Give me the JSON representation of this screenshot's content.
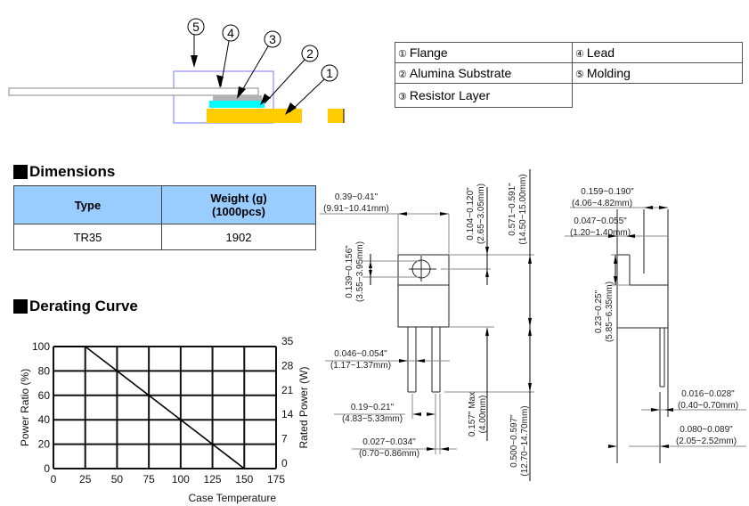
{
  "structure": {
    "callouts": [
      "5",
      "4",
      "3",
      "2",
      "1"
    ],
    "colors": {
      "flange": "#ffcc00",
      "substrate": "#00ffff",
      "resistor": "#b3b3b3",
      "molding_outline": "#7777ff",
      "lead": "#ffffff"
    }
  },
  "legend": {
    "items": [
      {
        "num": "①",
        "label": "Flange"
      },
      {
        "num": "④",
        "label": "Lead"
      },
      {
        "num": "②",
        "label": "Alumina Substrate"
      },
      {
        "num": "⑤",
        "label": "Molding"
      },
      {
        "num": "③",
        "label": "Resistor Layer"
      }
    ]
  },
  "dimensions": {
    "title": "Dimensions",
    "headers": [
      "Type",
      "Weight (g)",
      "(1000pcs)"
    ],
    "rows": [
      {
        "type": "TR35",
        "weight": "1902"
      }
    ]
  },
  "derating": {
    "title": "Derating Curve"
  },
  "chart_data": {
    "type": "line",
    "title": "Derating Curve",
    "xlabel": "Case Temperature",
    "ylabel": "Power Ratio (%)",
    "y2label": "Rated Power (W)",
    "x_ticks": [
      "0",
      "25",
      "50",
      "75",
      "100",
      "125",
      "150",
      "175"
    ],
    "y_ticks": [
      "0",
      "20",
      "40",
      "60",
      "80",
      "100"
    ],
    "y2_ticks": [
      "0",
      "7",
      "14",
      "21",
      "28",
      "35"
    ],
    "xlim": [
      0,
      175
    ],
    "ylim": [
      0,
      100
    ],
    "y2lim": [
      0,
      35
    ],
    "grid": true,
    "series": [
      {
        "name": "Power Ratio",
        "x": [
          0,
          25,
          150
        ],
        "y": [
          100,
          100,
          0
        ]
      }
    ]
  },
  "front_view": {
    "width": [
      "0.39~0.41\"",
      "(9.91~10.41mm)"
    ],
    "hole": [
      "0.139~0.156\"",
      "(3.55~3.95mm)"
    ],
    "hole_pos": [
      "0.104~0.120\"",
      "(2.65~3.05mm)"
    ],
    "body_height": [
      "0.571~0.591\"",
      "(14.50~15.00mm)"
    ],
    "lead_width": [
      "0.046~0.054\"",
      "(1.17~1.37mm)"
    ],
    "lead_pitch": [
      "0.19~0.21\"",
      "(4.83~5.33mm)"
    ],
    "lead_thick": [
      "0.027~0.034\"",
      "(0.70~0.86mm)"
    ],
    "lead_shoulder": [
      "0.157\" Max",
      "(4.00mm)"
    ],
    "lead_length": [
      "0.500~0.597\"",
      "(12.70~14.70mm)"
    ]
  },
  "side_view": {
    "thickness": [
      "0.159~0.190\"",
      "(4.06~4.82mm)"
    ],
    "flange_thick": [
      "0.047~0.055\"",
      "(1.20~1.40mm)"
    ],
    "tab_height": [
      "0.23~0.25\"",
      "(5.85~6.35mm)"
    ],
    "lead_thick": [
      "0.016~0.028\"",
      "(0.40~0.70mm)"
    ],
    "lead_offset": [
      "0.080~0.089\"",
      "(2.05~2.52mm)"
    ]
  }
}
